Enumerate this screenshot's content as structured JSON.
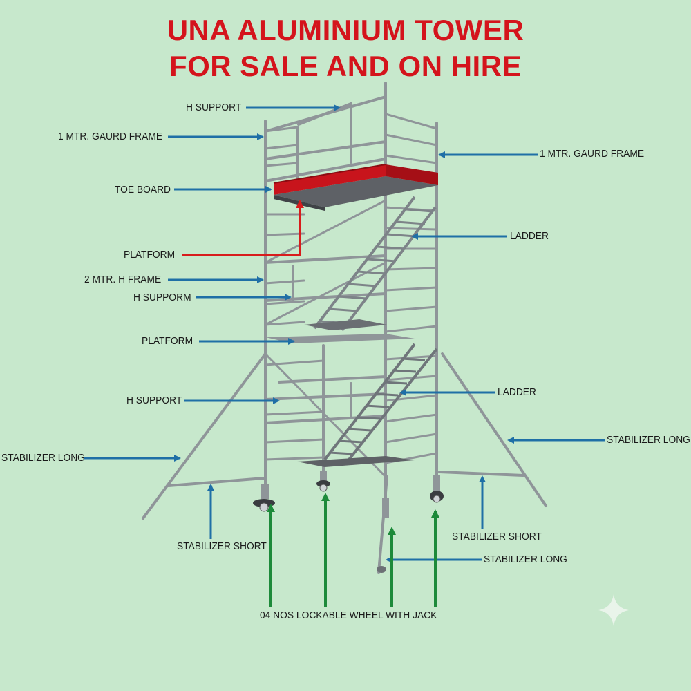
{
  "title": {
    "line1": "UNA ALUMINIUM TOWER",
    "line2": "FOR SALE AND ON HIRE"
  },
  "colors": {
    "background": "#c7e8cc",
    "title": "#d4141c",
    "arrow_blue": "#1f6fa6",
    "arrow_red": "#d81c1c",
    "arrow_green": "#1d8a3a",
    "frame": "#8f9599",
    "toe_board": "#c8141c"
  },
  "labels": {
    "h_support_top": "H SUPPORT",
    "guard_frame_left": "1 MTR. GAURD FRAME",
    "guard_frame_right": "1 MTR. GAURD FRAME",
    "toe_board": "TOE BOARD",
    "ladder_upper": "LADDER",
    "platform_upper": "PLATFORM",
    "h_frame_2m": "2 MTR. H FRAME",
    "h_supporm": "H SUPPORM",
    "platform_lower": "PLATFORM",
    "ladder_lower": "LADDER",
    "h_support_lower": "H SUPPORT",
    "stabilizer_long_right": "STABILIZER LONG",
    "stabilizer_long_left": "STABILIZER LONG",
    "stabilizer_short_left": "STABILIZER SHORT",
    "stabilizer_short_right": "STABILIZER SHORT",
    "stabilizer_long_bottom": "STABILIZER LONG",
    "wheels": "04 NOS LOCKABLE WHEEL WITH JACK"
  }
}
